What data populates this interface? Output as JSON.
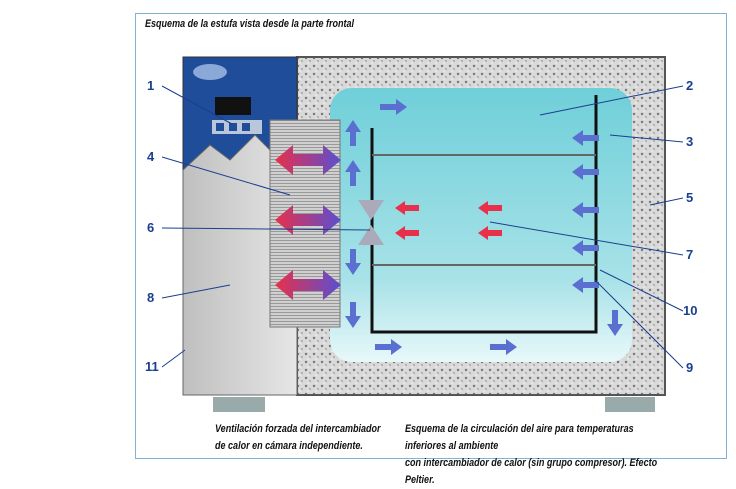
{
  "title": "Esquema de la estufa vista desde la parte frontal",
  "caption_left": [
    "Ventilación forzada del intercambiador",
    "de calor en cámara independiente."
  ],
  "caption_right": [
    "Esquema de la circulación del aire para temperaturas inferiores al ambiente",
    "con intercambiador de calor (sin grupo compresor). Efecto Peltier."
  ],
  "labels_left": [
    "1",
    "4",
    "6",
    "8",
    "11"
  ],
  "labels_right": [
    "2",
    "3",
    "5",
    "7",
    "10",
    "9"
  ],
  "colors": {
    "panel_blue": "#1f4d9a",
    "chamber": "#7fd3dd",
    "arrow_blue": "#5a6fd0",
    "arrow_red": "#e8304a",
    "label": "#1a3f8f"
  }
}
